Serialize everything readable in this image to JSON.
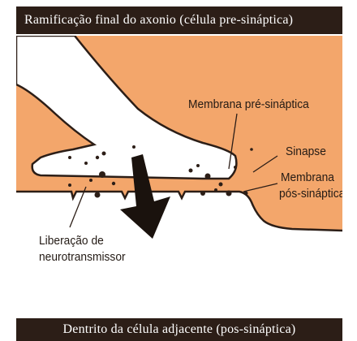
{
  "diagram": {
    "top_banner": "Ramificação final do axonio (célula pre-sináptica)",
    "bottom_banner": "Dentrito da célula adjacente (pos-sináptica)",
    "labels": {
      "pre_membrane": "Membrana pré-sináptica",
      "synapse": "Sinapse",
      "post_membrane_line1": "Membrana",
      "post_membrane_line2": "pós-sináptica",
      "release_line1": "Liberação de",
      "release_line2": "neurotransmissor"
    },
    "colors": {
      "background": "#f3a66b",
      "cell": "#ffffff",
      "banner": "#2c1e17",
      "ink": "#231a14"
    }
  }
}
